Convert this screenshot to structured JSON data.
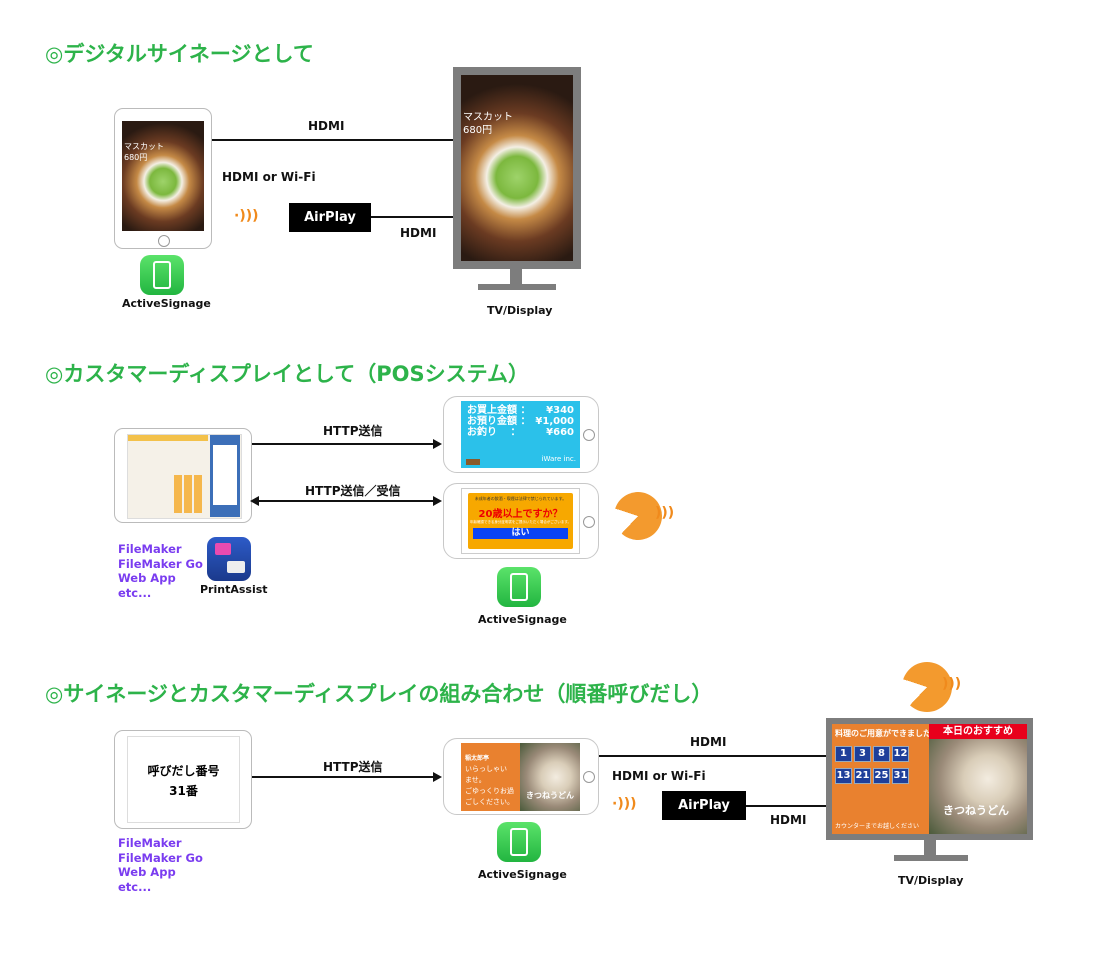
{
  "colors": {
    "title": "#2db34a",
    "filemaker": "#7a3cf0",
    "accent_orange": "#f08a1c"
  },
  "section1": {
    "title": "◎デジタルサイネージとして",
    "hdmi_top": "HDMI",
    "hdmi_or_wifi": "HDMI or Wi-Fi",
    "airplay": "AirPlay",
    "hdmi_bottom": "HDMI",
    "app_label": "ActiveSignage",
    "tv_label": "TV/Display",
    "screen_text": [
      "マスカット",
      "680円"
    ]
  },
  "section2": {
    "title": "◎カスタマーディスプレイとして（POSシステム）",
    "http_send": "HTTP送信",
    "http_sendrecv": "HTTP送信／受信",
    "display1": {
      "lines": [
        [
          "お買上金額 ：",
          "¥340"
        ],
        [
          "お預り金額 ：",
          "¥1,000"
        ],
        [
          "お釣り　 ：",
          "¥660"
        ]
      ],
      "brand": "iWare inc."
    },
    "display2": {
      "notice": "未成年者の飲酒・喫煙は法律で禁じられています。",
      "question": "20歳以上ですか？",
      "sub": "年齢確認できる身分証明書をご提示いただく場合がございます。",
      "button": "はい"
    },
    "filemaker": [
      "FileMaker",
      "FileMaker Go",
      "Web App",
      "etc..."
    ],
    "printassist_label": "PrintAssist",
    "app_label": "ActiveSignage"
  },
  "section3": {
    "title": "◎サイネージとカスタマーディスプレイの組み合わせ（順番呼びだし）",
    "ipad_text": [
      "呼びだし番号",
      "31番"
    ],
    "http_send": "HTTP送信",
    "hdmi_top": "HDMI",
    "hdmi_or_wifi": "HDMI or Wi-Fi",
    "airplay": "AirPlay",
    "hdmi_bottom": "HDMI",
    "app_label": "ActiveSignage",
    "tv_label": "TV/Display",
    "filemaker": [
      "FileMaker",
      "FileMaker Go",
      "Web App",
      "etc..."
    ],
    "phone": {
      "shop": "稲太郎亭",
      "welcome": [
        "いらっしゃい",
        "ませ。",
        "ごゆっくりお過",
        "ごしください。"
      ],
      "dish": "きつねうどん"
    },
    "tv": {
      "ready": "料理のご用意ができました",
      "numbers": [
        "1",
        "3",
        "8",
        "12",
        "13",
        "21",
        "25",
        "31"
      ],
      "counter": "カウンターまでお越しください",
      "recommend": "本日のおすすめ",
      "dish": "きつねうどん"
    }
  }
}
